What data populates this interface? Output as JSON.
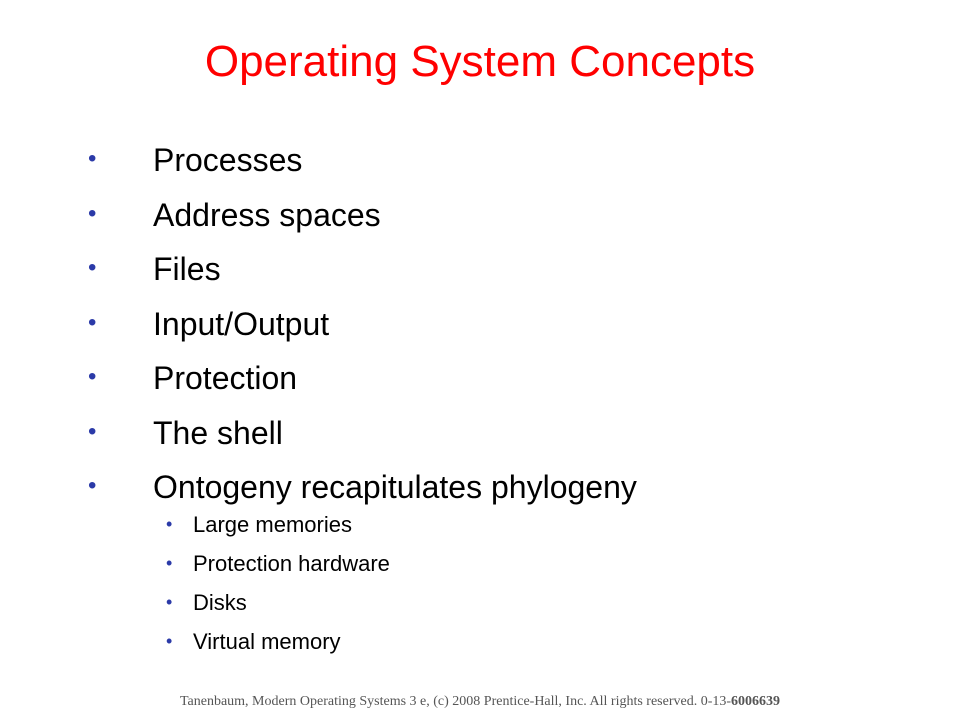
{
  "slide": {
    "title": "Operating System Concepts",
    "bullet_glyph": "•",
    "main_items": [
      {
        "label": "Processes"
      },
      {
        "label": "Address spaces"
      },
      {
        "label": "Files"
      },
      {
        "label": "Input/Output"
      },
      {
        "label": "Protection"
      },
      {
        "label": "The shell"
      },
      {
        "label": "Ontogeny recapitulates phylogeny"
      }
    ],
    "sub_items": [
      {
        "label": "Large memories"
      },
      {
        "label": "Protection hardware"
      },
      {
        "label": "Disks"
      },
      {
        "label": "Virtual memory"
      }
    ],
    "footer": {
      "text": "Tanenbaum, Modern Operating Systems 3 e, (c) 2008 Prentice-Hall, Inc. All rights reserved. 0-13-",
      "isbn_suffix": "6006639"
    }
  },
  "colors": {
    "title": "#ff0000",
    "bullet": "#2b3aa8",
    "body_text": "#000000",
    "footer_text": "#555555",
    "background": "#ffffff"
  }
}
